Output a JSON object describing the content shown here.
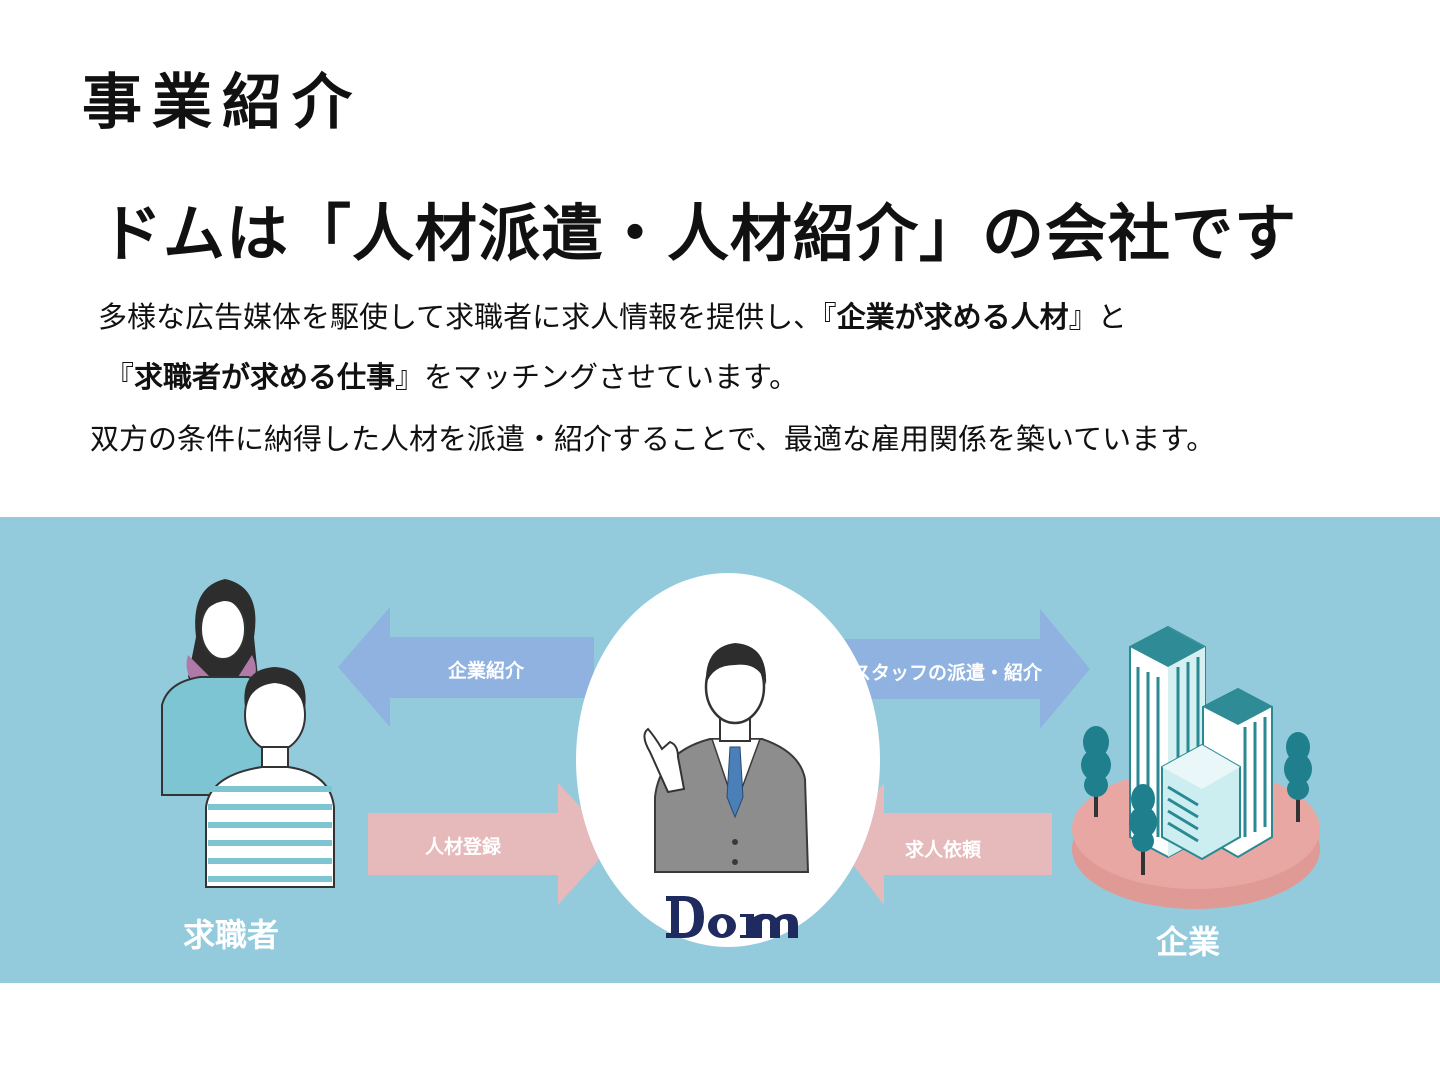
{
  "section_title": "事業紹介",
  "headline": "ドムは「人材派遣・人材紹介」の会社です",
  "description": {
    "line1_pre": "多様な広告媒体を駆使して求職者に求人情報を提供し、『",
    "line1_bold": "企業が求める人材",
    "line1_post": "』と",
    "line2_pre": "『",
    "line2_bold": "求職者が求める仕事",
    "line2_post": "』をマッチングさせています。",
    "line3": "双方の条件に納得した人材を派遣・紹介することで、最適な雇用関係を築いています。"
  },
  "diagram": {
    "arrows": {
      "company_introduction": "企業紹介",
      "staff_dispatch": "スタッフの派遣・紹介",
      "talent_registration": "人材登録",
      "job_request": "求人依頼"
    },
    "parties": {
      "job_seeker": "求職者",
      "company": "企業",
      "logo": "Dom"
    },
    "colors": {
      "background": "#93cbdd",
      "blue_arrow": "#8fb2e0",
      "pink_arrow": "#e6b9ba",
      "logo": "#1f2a5e",
      "platform": "#e8a7a3"
    }
  }
}
